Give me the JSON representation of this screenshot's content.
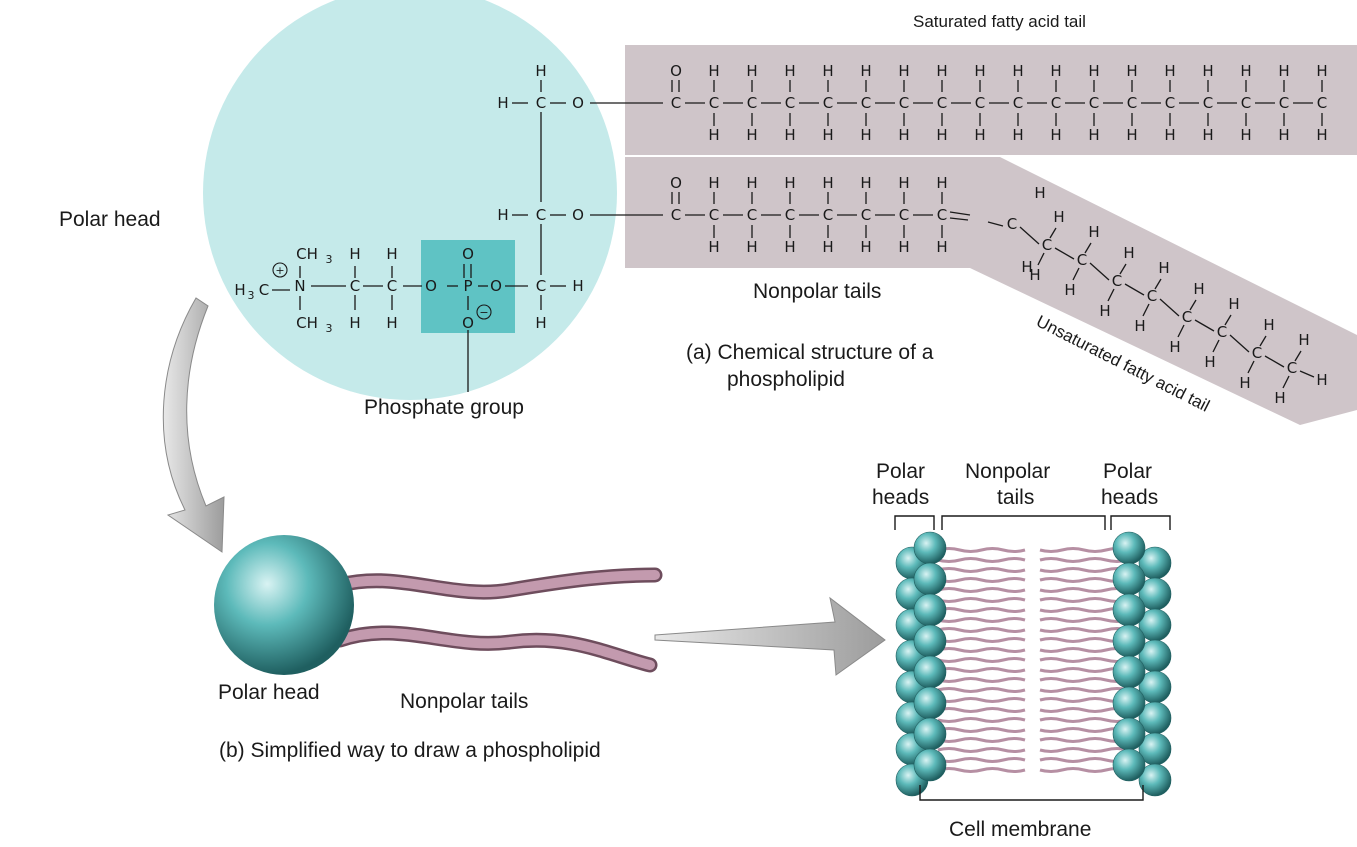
{
  "colors": {
    "head_circle": "#c5eaea",
    "phosphate_box": "#5fc3c4",
    "tail_band": "#cfc5c9",
    "lipid_tail": "#b48a9e",
    "sphere": "#4fb3b3",
    "arrow": "#b9b9b9"
  },
  "labels": {
    "saturated_tail": "Saturated fatty acid tail",
    "unsaturated_tail": "Unsaturated fatty acid tail",
    "polar_head_top": "Polar head",
    "phosphate_group": "Phosphate group",
    "nonpolar_tails_top": "Nonpolar tails",
    "caption_a_line1": "(a) Chemical structure of a",
    "caption_a_line2": "phospholipid",
    "polar_head_bottom": "Polar head",
    "nonpolar_tails_bottom": "Nonpolar tails",
    "caption_b": "(b) Simplified way to draw a phospholipid",
    "membrane_polar_heads_left_1": "Polar",
    "membrane_polar_heads_left_2": "heads",
    "membrane_nonpolar_tails_1": "Nonpolar",
    "membrane_nonpolar_tails_2": "tails",
    "membrane_polar_heads_right_1": "Polar",
    "membrane_polar_heads_right_2": "heads",
    "cell_membrane": "Cell membrane"
  },
  "chem": {
    "H": "H",
    "C": "C",
    "O": "O",
    "P": "P",
    "N": "N",
    "CH3": "CH",
    "H3": "H",
    "sub3": "3",
    "plus": "+",
    "minus": "−",
    "dash": "–",
    "eq": "="
  }
}
